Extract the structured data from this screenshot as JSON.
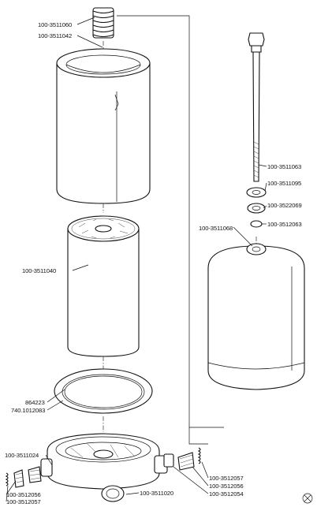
{
  "labels": {
    "spring_top": "100-3511060",
    "filter_housing_top": "100-3511042",
    "filter_element": "100-3511040",
    "gasket_a": "864223",
    "gasket_b": "740.1012083",
    "left_fitting": "100-3511024",
    "left_plug_a": "100-3512056",
    "left_plug_b": "100-3512057",
    "bolt": "100-3511063",
    "washer_1": "100-3511095",
    "washer_2": "100-3522069",
    "oring": "100-3512063",
    "housing_bottom": "100-3511068",
    "right_spring": "100-3512057",
    "right_plug": "100-3512056",
    "right_valve": "100-3512054",
    "base": "100-3511020"
  },
  "colors": {
    "ink": "#111111",
    "paper": "#ffffff"
  }
}
